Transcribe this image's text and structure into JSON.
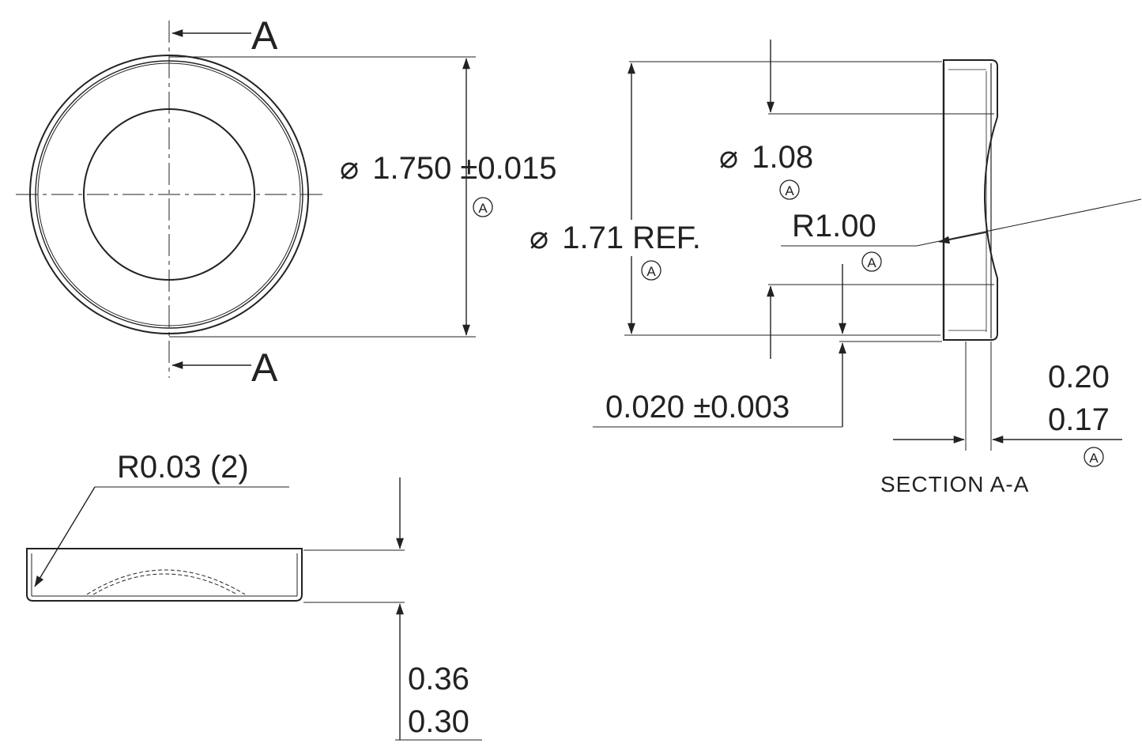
{
  "section_marks": {
    "top": "A",
    "bottom": "A"
  },
  "front_view": {
    "outer_diameter": {
      "symbol": "⌀",
      "value": "1.750 ±0.015",
      "marker": "A"
    }
  },
  "section_view": {
    "reference_diameter": {
      "symbol": "⌀",
      "value": "1.71 REF.",
      "marker": "A"
    },
    "inner_diameter": {
      "symbol": "⌀",
      "value": "1.08",
      "marker": "A"
    },
    "radius": {
      "value": "R1.00",
      "marker": "A"
    },
    "edge_offset": {
      "value": "0.020 ±0.003"
    },
    "thickness": {
      "upper": "0.20",
      "lower": "0.17",
      "marker": "A"
    },
    "caption": "SECTION A-A"
  },
  "side_view": {
    "corner_radius": {
      "value": "R0.03 (2)"
    },
    "height": {
      "upper": "0.36",
      "lower": "0.30"
    }
  }
}
